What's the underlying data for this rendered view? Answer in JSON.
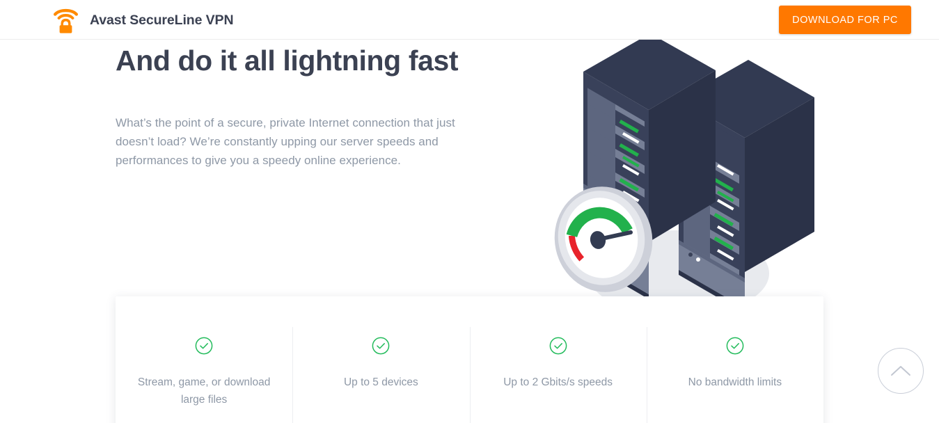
{
  "header": {
    "brand_name": "Avast SecureLine VPN",
    "brand_icon": "wifi-lock-icon",
    "download_label": "DOWNLOAD FOR PC",
    "accent_color": "#ff7800",
    "title_color": "#3b4152"
  },
  "hero": {
    "heading": "And do it all lightning fast",
    "paragraph": "What’s the point of a secure, private Internet connection that just doesn’t load? We’re constantly upping our server speeds and performances to give you a speedy online experience.",
    "illustration": "server-racks-with-speedometer-illustration",
    "illustration_colors": {
      "server_dark": "#323a52",
      "server_front": "#767f96",
      "server_slot": "#3a4259",
      "led_green": "#22b14c",
      "led_white": "#ffffff",
      "gauge_ring": "#b9bdc9",
      "gauge_face": "#ffffff",
      "gauge_green": "#22b14c",
      "gauge_red": "#e8232b",
      "gauge_needle": "#333c52"
    }
  },
  "features": {
    "check_color": "#22bb5b",
    "items": [
      {
        "icon": "check-circle-icon",
        "label": "Stream, game, or download large files"
      },
      {
        "icon": "check-circle-icon",
        "label": "Up to 5 devices"
      },
      {
        "icon": "check-circle-icon",
        "label": "Up to 2 Gbits/s speeds"
      },
      {
        "icon": "check-circle-icon",
        "label": "No bandwidth limits"
      }
    ]
  },
  "scroll_top": {
    "icon": "chevron-up-icon",
    "aria_label": "Scroll to top"
  }
}
